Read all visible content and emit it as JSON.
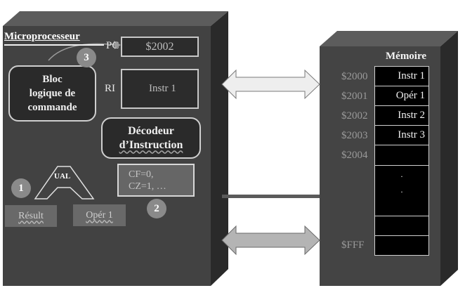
{
  "processor": {
    "title": "Microprocesseur",
    "pc": {
      "label": "PC",
      "value": "$2002"
    },
    "ri": {
      "label": "RI",
      "value": "Instr 1"
    },
    "control_block": {
      "lines": [
        "Bloc",
        "logique de",
        "commande"
      ]
    },
    "decoder": {
      "lines": [
        "Décodeur",
        "d’Instruction"
      ]
    },
    "alu": {
      "label": "UAL"
    },
    "flags": {
      "lines": [
        "CF=0,",
        "CZ=1, …"
      ]
    },
    "result": {
      "label": "Résult"
    },
    "operand": {
      "label": "Opér 1"
    },
    "badges": [
      "1",
      "2",
      "3"
    ]
  },
  "memory": {
    "title": "Mémoire",
    "rows": [
      {
        "address": "$2000",
        "content": "Instr 1"
      },
      {
        "address": "$2001",
        "content": "Opér 1"
      },
      {
        "address": "$2002",
        "content": "Instr 2"
      },
      {
        "address": "$2003",
        "content": "Instr 3"
      },
      {
        "address": "$2004",
        "content": ""
      },
      {
        "address": "",
        "content": "·\n·"
      },
      {
        "address": "",
        "content": ""
      },
      {
        "address": "$FFF",
        "content": ""
      }
    ]
  },
  "buses": [
    {
      "name": "address-bus",
      "type": "double-arrow",
      "color": "#eeeeee"
    },
    {
      "name": "control-bus",
      "type": "line",
      "color": "#5a5a5a"
    },
    {
      "name": "data-bus",
      "type": "double-arrow",
      "color": "#b4b4b4"
    }
  ],
  "colors": {
    "box_front": "#424242",
    "box_top": "#5c5c5c",
    "box_side": "#2a2a2a"
  }
}
